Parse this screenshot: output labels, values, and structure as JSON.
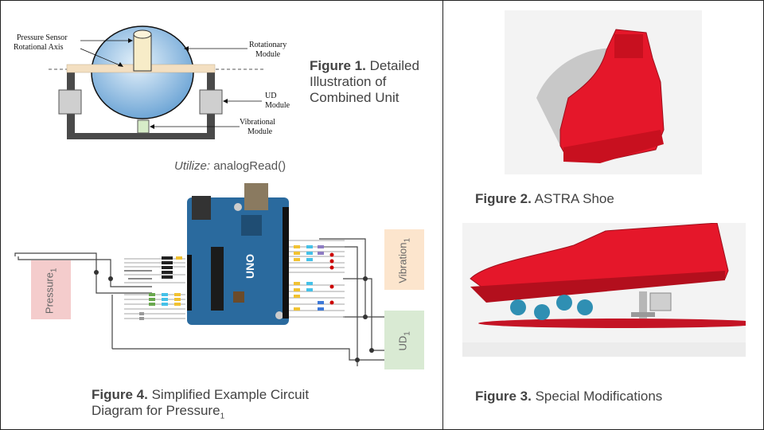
{
  "figure1": {
    "caption_bold": "Figure 1.",
    "caption_line1": "Detailed",
    "caption_line2": "Illustration of",
    "caption_line3": "Combined Unit",
    "labels": {
      "pressure_sensor": "Pressure Sensor",
      "rotational_axis": "Rotational Axis",
      "rotationary_1": "Rotationary",
      "rotationary_2": "Module",
      "ud_1": "UD",
      "ud_2": "Module",
      "vibrational_1": "Vibrational",
      "vibrational_2": "Module"
    }
  },
  "figure2": {
    "caption_bold": "Figure 2.",
    "caption_text": "ASTRA Shoe"
  },
  "figure3": {
    "caption_bold": "Figure 3.",
    "caption_text": "Special Modifications"
  },
  "figure4": {
    "utilize_italic": "Utilize:",
    "utilize_code": "analogRead()",
    "caption_bold": "Figure 4.",
    "caption_line1": "Simplified Example Circuit",
    "caption_line2": "Diagram for Pressure",
    "caption_sub": "1",
    "boxes": {
      "pressure": "Pressure",
      "pressure_sub": "1",
      "vibration": "Vibration",
      "vibration_sub": "1",
      "ud": "UD",
      "ud_sub": "1"
    },
    "board_text": "UNO"
  },
  "colors": {
    "shoe_red": "#e5172a",
    "ball_blue": "#2f8fb3",
    "pressure_box": "#f4cccc",
    "vibration_box": "#fce5cd",
    "ud_box": "#d9ead3",
    "board_blue": "#2a6a9e"
  }
}
